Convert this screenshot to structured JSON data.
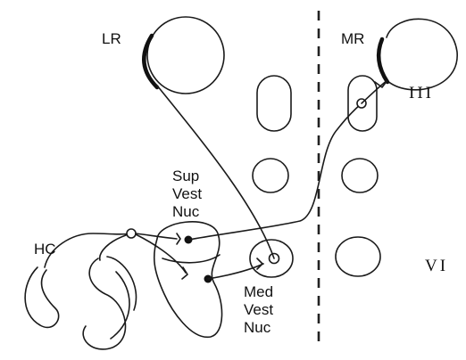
{
  "labels": {
    "lr": "LR",
    "mr": "MR",
    "hc": "HC",
    "nucleus_iii": "III",
    "nucleus_vi": "VI",
    "sup_vest_nuc": [
      "Sup",
      "Vest",
      "Nuc"
    ],
    "med_vest_nuc": [
      "Med",
      "Vest",
      "Nuc"
    ]
  }
}
